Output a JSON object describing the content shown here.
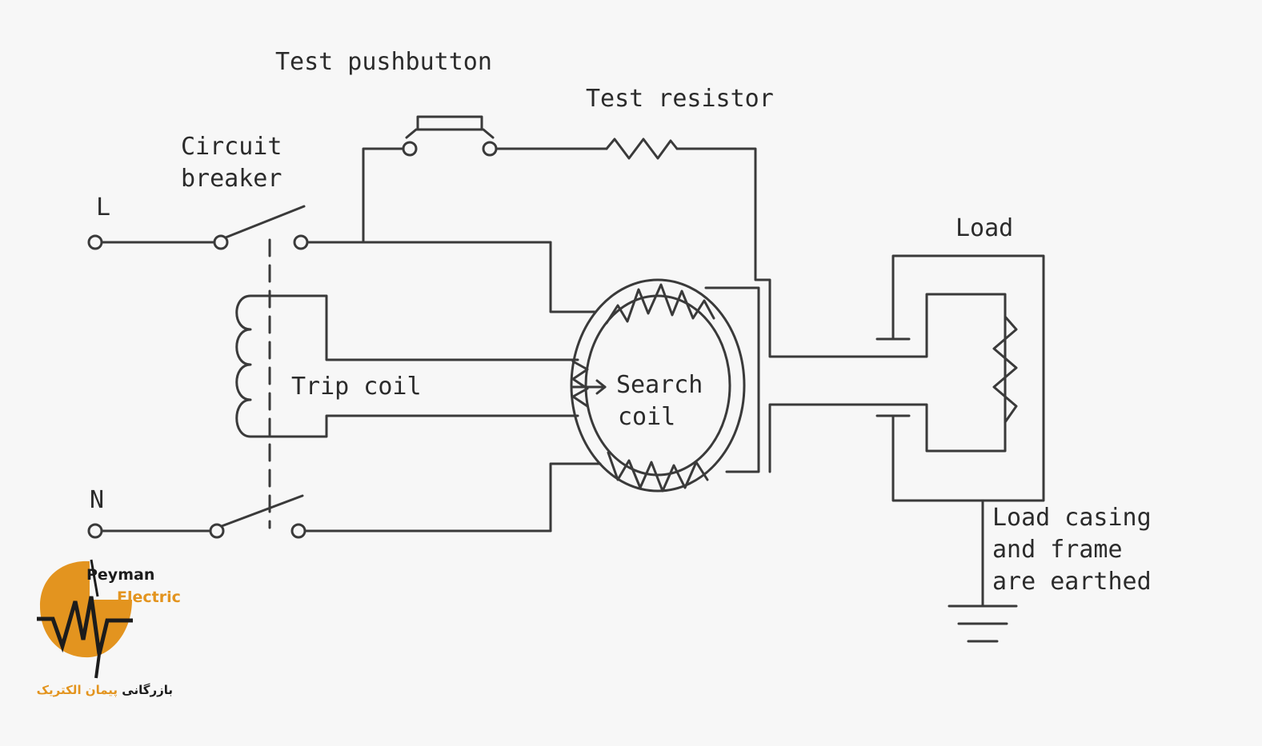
{
  "labels": {
    "test_pushbutton": "Test pushbutton",
    "test_resistor": "Test resistor",
    "circuit_breaker_line1": "Circuit",
    "circuit_breaker_line2": "breaker",
    "live": "L",
    "neutral": "N",
    "trip_coil": "Trip coil",
    "search_coil_line1": "Search",
    "search_coil_line2": "coil",
    "load": "Load",
    "earth_note_line1": "Load casing",
    "earth_note_line2": "and frame",
    "earth_note_line3": "are earthed"
  },
  "logo": {
    "name_line1": "Peyman",
    "name_line2": "Electric",
    "tagline_part1": "بازرگانی",
    "tagline_part2": "پیمان الکتریک",
    "colors": {
      "orange": "#e3941f",
      "dark": "#1c1c1c"
    }
  },
  "colors": {
    "line": "#3a3a3a",
    "text": "#2b2b2b",
    "background": "#f7f7f7"
  }
}
